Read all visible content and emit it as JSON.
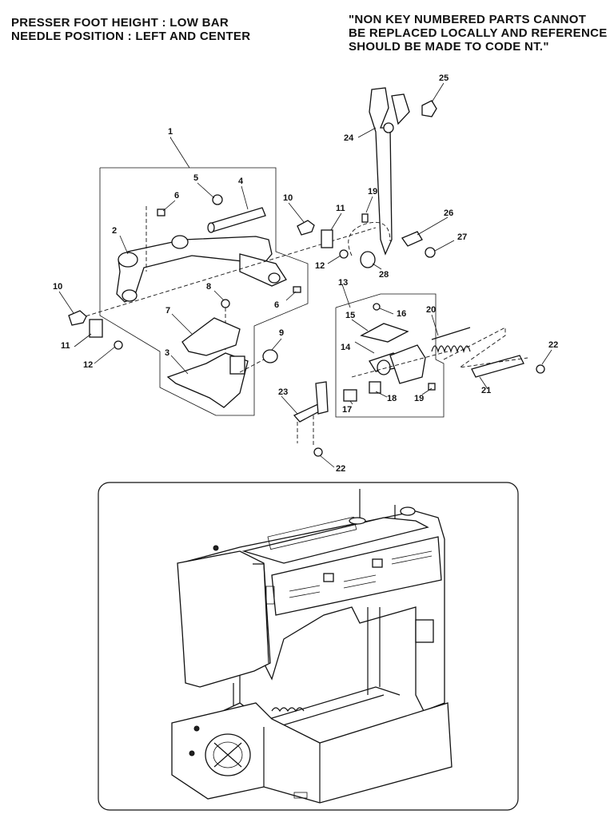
{
  "header": {
    "left_line1": "PRESSER FOOT HEIGHT : LOW BAR",
    "left_line2": "NEEDLE POSITION : LEFT AND CENTER",
    "right_line1": "\"NON KEY NUMBERED PARTS CANNOT",
    "right_line2": "BE REPLACED LOCALLY AND REFERENCE",
    "right_line3": "SHOULD BE MADE TO CODE NT.\""
  },
  "callouts": {
    "c1": "1",
    "c2": "2",
    "c3": "3",
    "c4": "4",
    "c5": "5",
    "c6a": "6",
    "c6b": "6",
    "c7": "7",
    "c8": "8",
    "c9": "9",
    "c10a": "10",
    "c10b": "10",
    "c11a": "11",
    "c11b": "11",
    "c12a": "12",
    "c12b": "12",
    "c13": "13",
    "c14": "14",
    "c15": "15",
    "c16": "16",
    "c17": "17",
    "c18": "18",
    "c19a": "19",
    "c19b": "19",
    "c20": "20",
    "c21": "21",
    "c22a": "22",
    "c22b": "22",
    "c23": "23",
    "c24": "24",
    "c25": "25",
    "c26": "26",
    "c27": "27",
    "c28": "28"
  },
  "colors": {
    "ink": "#111111",
    "paper": "#ffffff"
  }
}
